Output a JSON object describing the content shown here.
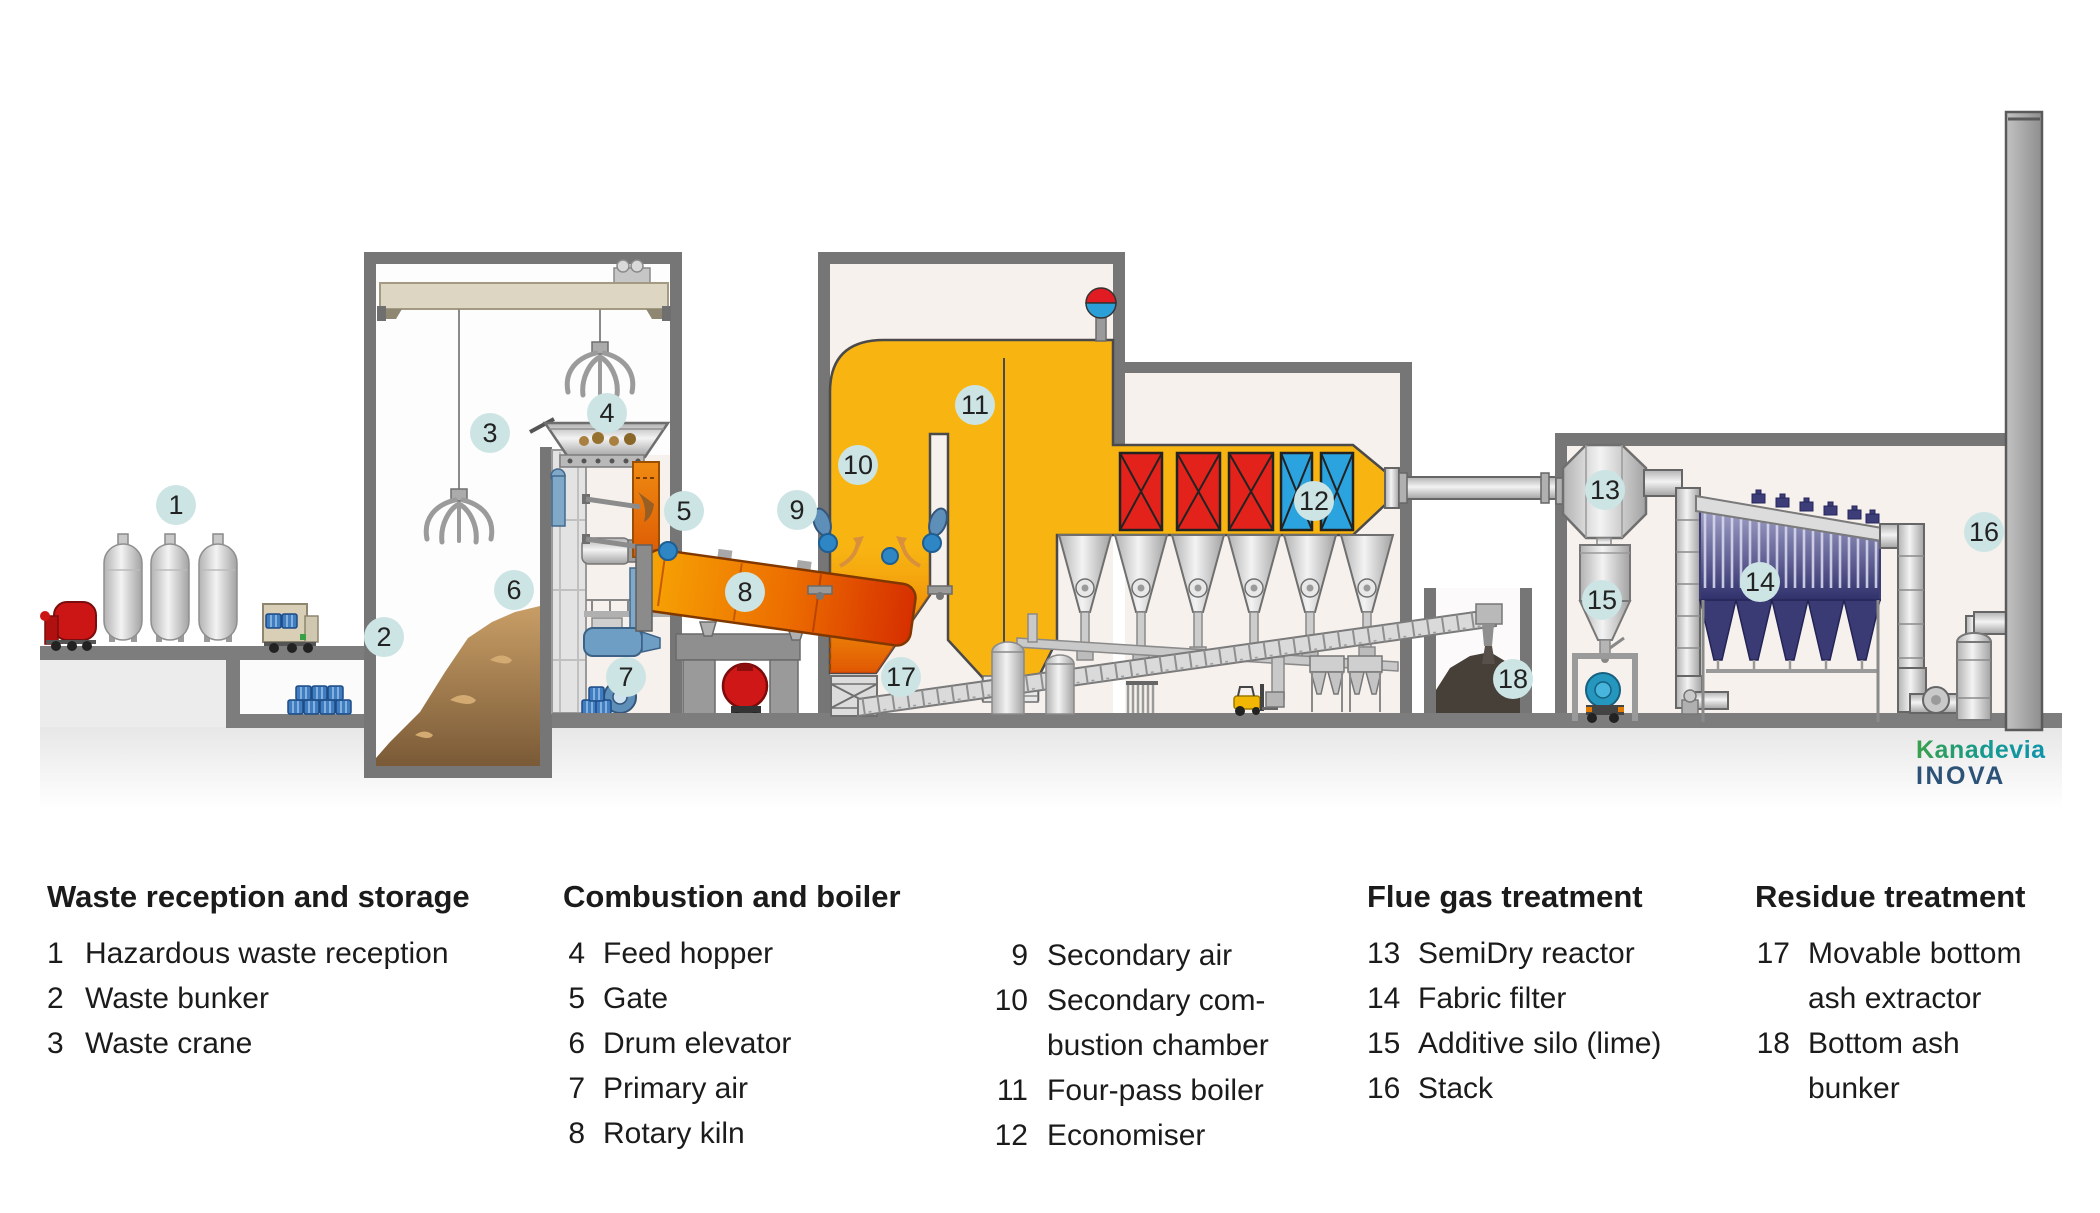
{
  "markers": [
    "1",
    "2",
    "3",
    "4",
    "5",
    "6",
    "7",
    "8",
    "9",
    "10",
    "11",
    "12",
    "13",
    "14",
    "15",
    "16",
    "17",
    "18"
  ],
  "legend": {
    "columns": [
      {
        "title": "Waste reception and storage",
        "items": [
          {
            "number": "1",
            "label": "Hazardous waste reception"
          },
          {
            "number": "2",
            "label": "Waste bunker"
          },
          {
            "number": "3",
            "label": "Waste crane"
          }
        ]
      },
      {
        "title": "Combustion and boiler",
        "items": [
          {
            "number": "4",
            "label": "Feed hopper"
          },
          {
            "number": "5",
            "label": "Gate"
          },
          {
            "number": "6",
            "label": "Drum elevator"
          },
          {
            "number": "7",
            "label": "Primary air"
          },
          {
            "number": "8",
            "label": "Rotary kiln"
          }
        ]
      },
      {
        "title": "",
        "items": [
          {
            "number": "9",
            "label": "Secondary air"
          },
          {
            "number": "10",
            "label": "Secondary com-\nbustion chamber"
          },
          {
            "number": "11",
            "label": "Four-pass boiler"
          },
          {
            "number": "12",
            "label": "Economiser"
          }
        ]
      },
      {
        "title": "Flue gas treatment",
        "items": [
          {
            "number": "13",
            "label": "SemiDry reactor"
          },
          {
            "number": "14",
            "label": "Fabric filter"
          },
          {
            "number": "15",
            "label": "Additive silo (lime)"
          },
          {
            "number": "16",
            "label": "Stack"
          }
        ]
      },
      {
        "title": "Residue treatment",
        "items": [
          {
            "number": "17",
            "label": "Movable bottom\nash extractor"
          },
          {
            "number": "18",
            "label": "Bottom ash\nbunker"
          }
        ]
      }
    ]
  },
  "logo": {
    "line1": "Kanadevia",
    "line2": "INOVA"
  },
  "colors": {
    "marker_bg": "#cde4e5",
    "boiler_yellow": "#f8b512",
    "superheater_red": "#e3231b",
    "economiser_blue": "#2aa3df",
    "kiln_orange": "#ec6c00",
    "wall_gray": "#767676",
    "interior_beige": "#f7f1ed",
    "logo_teal": "#149a92",
    "logo_navy": "#2c5277"
  }
}
